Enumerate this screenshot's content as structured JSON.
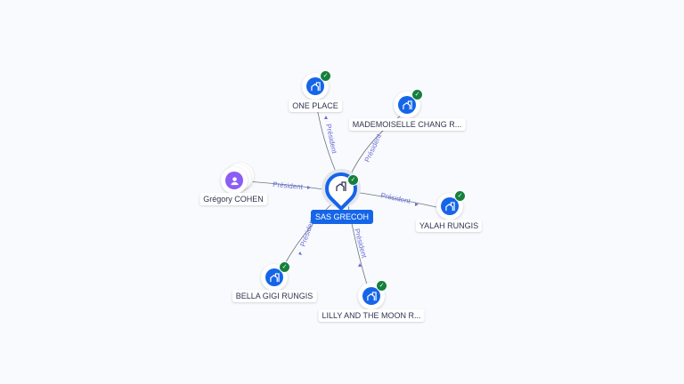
{
  "center": {
    "label": "SAS GRECOH",
    "icon": "building-icon",
    "verified": true
  },
  "nodes": [
    {
      "label": "ONE PLACE",
      "type": "company",
      "verified": true
    },
    {
      "label": "MADEMOISELLE CHANG R...",
      "type": "company",
      "verified": true
    },
    {
      "label": "Grégory COHEN",
      "type": "person",
      "verified": false
    },
    {
      "label": "YALAH RUNGIS",
      "type": "company",
      "verified": true
    },
    {
      "label": "BELLA GIGI RUNGIS",
      "type": "company",
      "verified": true
    },
    {
      "label": "LILLY AND THE MOON R...",
      "type": "company",
      "verified": true
    }
  ],
  "edges": [
    {
      "label": "Président"
    },
    {
      "label": "Président"
    },
    {
      "label": "Président"
    },
    {
      "label": "Président"
    },
    {
      "label": "Président"
    },
    {
      "label": "Président"
    }
  ],
  "colors": {
    "accent": "#1565e8",
    "person": "#8b5cf6",
    "verified": "#16803c",
    "edge_label": "#6b6fd6"
  }
}
